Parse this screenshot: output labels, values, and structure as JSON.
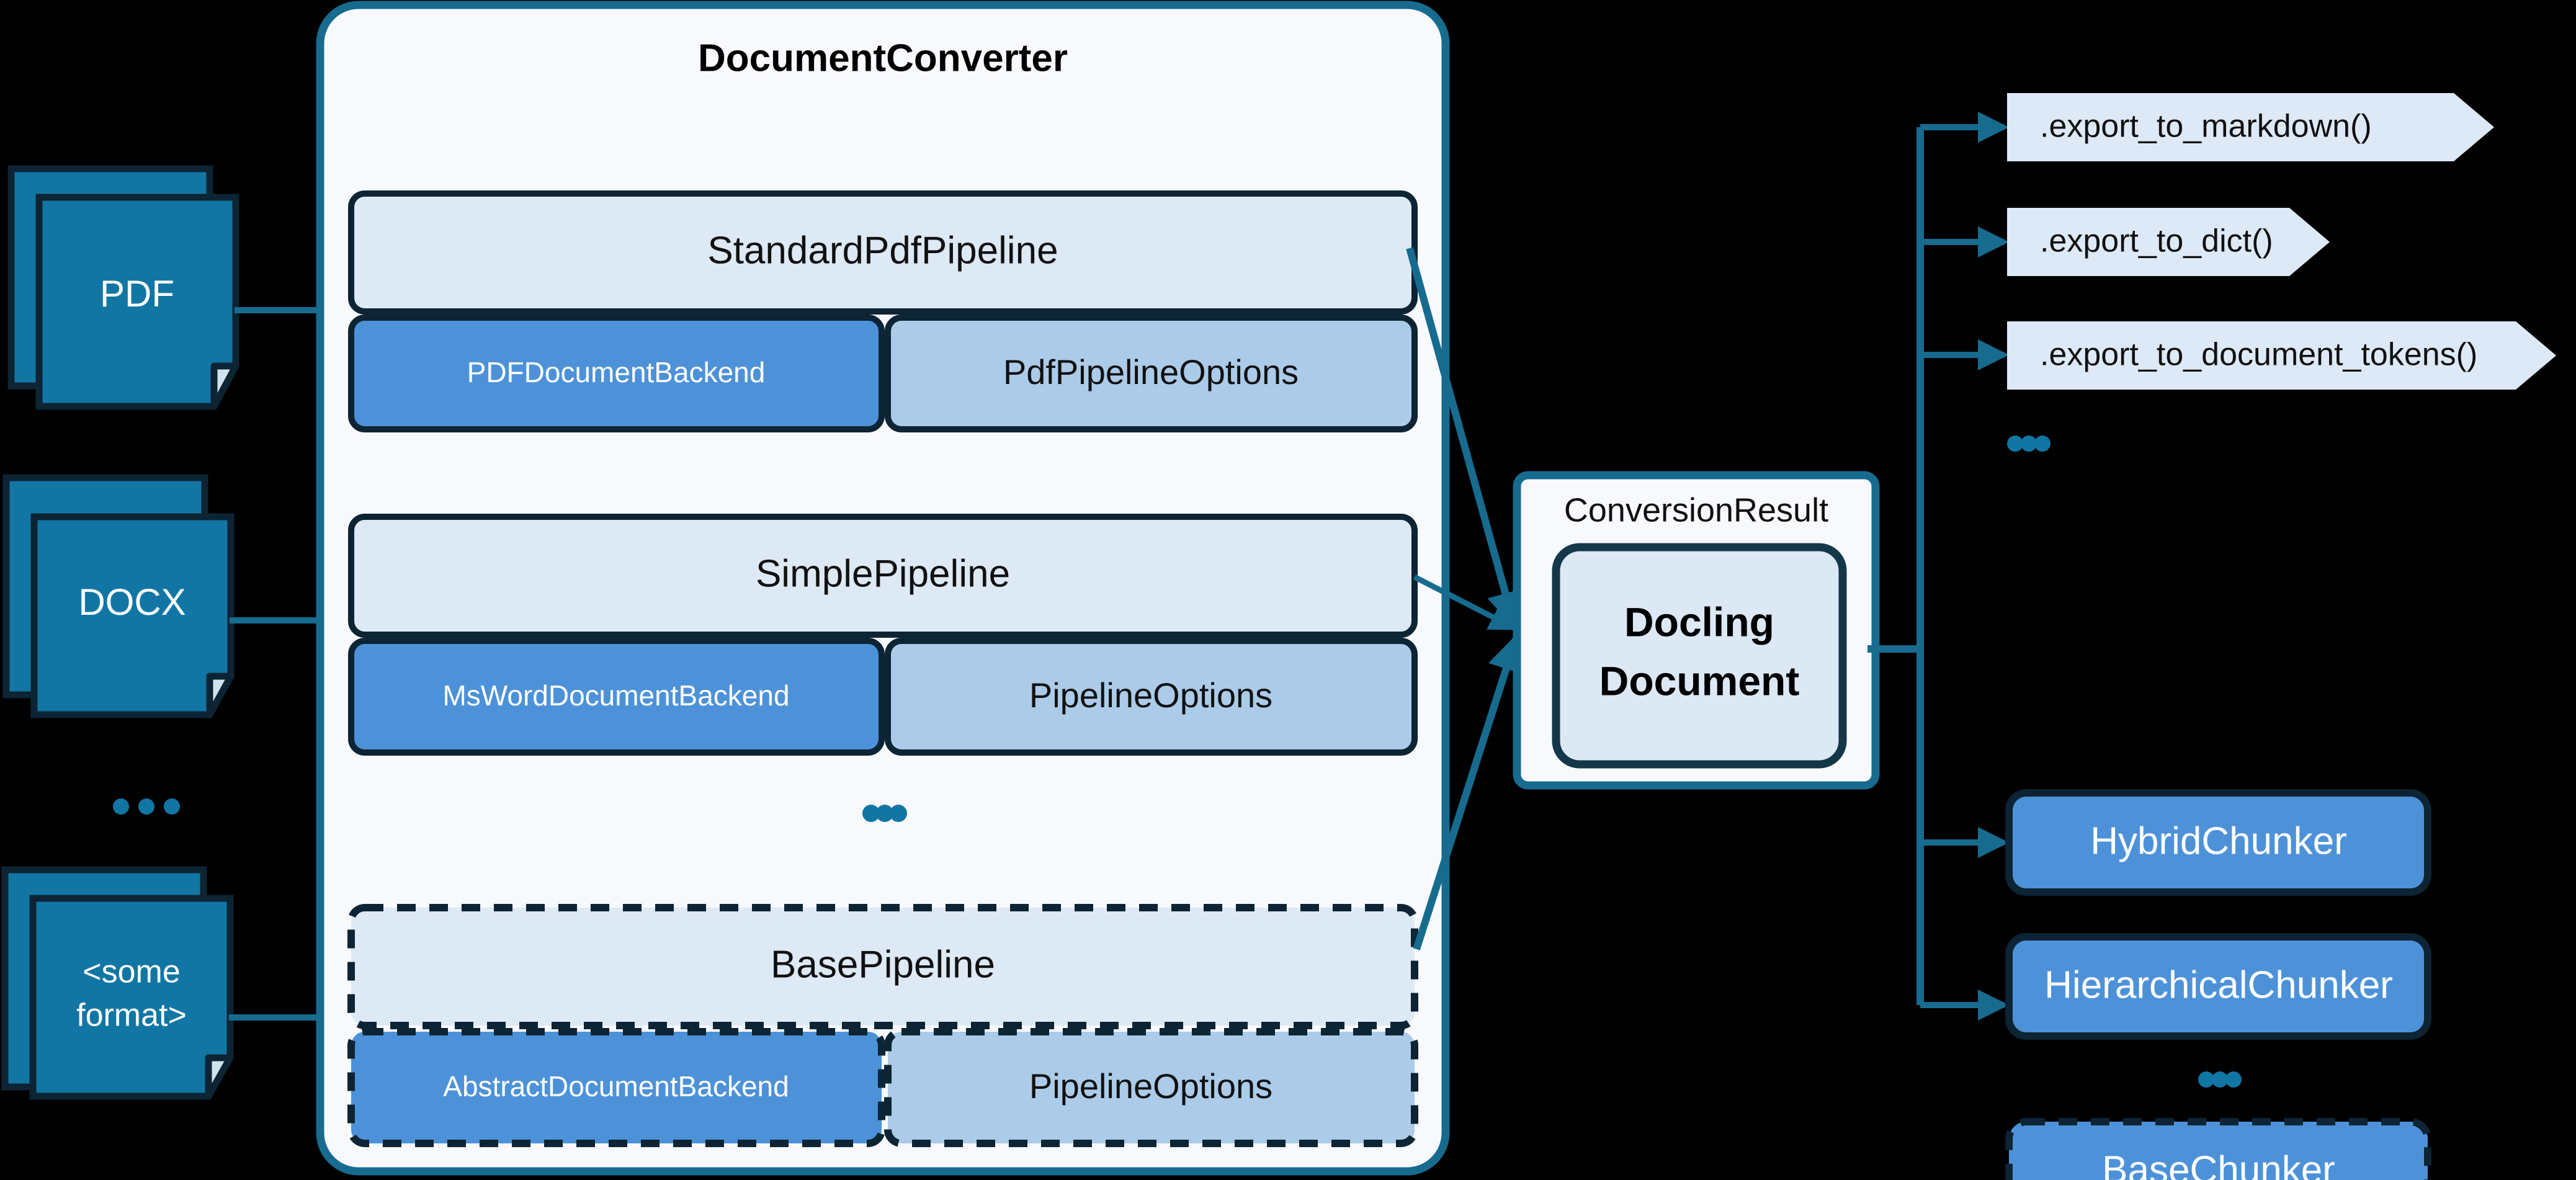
{
  "colors": {
    "background": "#000000",
    "doc_fill": "#1176a4",
    "doc_stroke": "#0c2433",
    "converter_fill": "#f7f9fd",
    "converter_stroke": "#176b8f",
    "pipeline_fill": "#dde9f5",
    "pipeline_stroke": "#0c2433",
    "backend_fill": "#4d92d9",
    "options_fill": "#abcbe9",
    "conversion_result_fill": "#f7f9fd",
    "conversion_result_stroke": "#176b8f",
    "docling_fill": "#dce8f4",
    "docling_stroke": "#14384a",
    "export_fill": "#dde9f6",
    "chunker_fill": "#4d92d9",
    "chunker_stroke": "#0c2433",
    "arrow": "#176b8f",
    "ellipsis_dot": "#1176a4"
  },
  "inputs": {
    "items": [
      {
        "label": "PDF",
        "two_line": false
      },
      {
        "label": "DOCX",
        "two_line": false
      },
      {
        "label_line1": "<some",
        "label_line2": "format>",
        "two_line": true
      }
    ],
    "ellipsis": "..."
  },
  "converter": {
    "title": "DocumentConverter",
    "ellipsis": "...",
    "pipelines": [
      {
        "name": "StandardPdfPipeline",
        "dashed": false,
        "backend": "PDFDocumentBackend",
        "options": "PdfPipelineOptions"
      },
      {
        "name": "SimplePipeline",
        "dashed": false,
        "backend": "MsWordDocumentBackend",
        "options": "PipelineOptions"
      },
      {
        "name": "BasePipeline",
        "dashed": true,
        "backend": "AbstractDocumentBackend",
        "options": "PipelineOptions"
      }
    ]
  },
  "conversion_result": {
    "title": "ConversionResult",
    "document_line1": "Docling",
    "document_line2": "Document"
  },
  "exports": {
    "items": [
      {
        "label": ".export_to_markdown()"
      },
      {
        "label": ".export_to_dict()"
      },
      {
        "label": ".export_to_document_tokens()"
      }
    ],
    "ellipsis": "..."
  },
  "chunkers": {
    "items": [
      {
        "label": "HybridChunker",
        "dashed": false
      },
      {
        "label": "HierarchicalChunker",
        "dashed": false
      },
      {
        "label": "BaseChunker",
        "dashed": true
      }
    ],
    "ellipsis": "..."
  }
}
